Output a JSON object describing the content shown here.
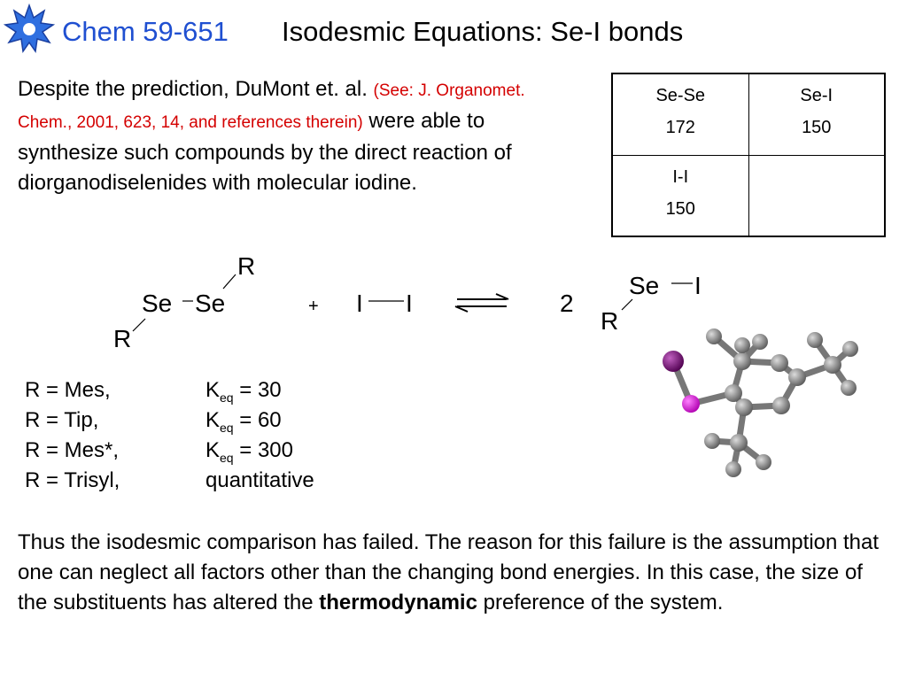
{
  "header": {
    "course": "Chem 59-651",
    "title": "Isodesmic Equations:  Se-I bonds"
  },
  "intro": {
    "text_before": "Despite the prediction, DuMont et. al. ",
    "reference": "(See: J. Organomet. Chem., 2001, 623, 14, and references therein)",
    "text_after": " were able to synthesize such compounds by the direct reaction of diorganodiselenides with molecular iodine."
  },
  "bond_table": {
    "rows": [
      [
        {
          "bond": "Se-Se",
          "value": "172"
        },
        {
          "bond": "Se-I",
          "value": "150"
        }
      ],
      [
        {
          "bond": "I-I",
          "value": "150"
        },
        {
          "bond": "",
          "value": ""
        }
      ]
    ]
  },
  "scheme": {
    "r_top": "R",
    "sese": "Se",
    "sese2": "Se",
    "r_bottom": "R",
    "plus": "+",
    "i_left": "I",
    "i_right": "I",
    "coefficient": "2",
    "product_se": "Se",
    "product_i": "I",
    "product_r": "R"
  },
  "substituents": [
    {
      "r": "R = Mes,",
      "k_prefix": "K",
      "k_sub": "eq",
      "k_value": " = 30"
    },
    {
      "r": "R = Tip,",
      "k_prefix": "K",
      "k_sub": "eq",
      "k_value": " = 60"
    },
    {
      "r": "R = Mes*,",
      "k_prefix": "K",
      "k_sub": "eq",
      "k_value": " = 300"
    },
    {
      "r": "R = Trisyl,",
      "k_prefix": "",
      "k_sub": "",
      "k_value": "quantitative"
    }
  ],
  "conclusion": {
    "text_before": "Thus the isodesmic comparison has failed.  The reason for this failure is the assumption that one can neglect all factors other than the changing bond energies.  In this case, the size of the substituents has altered the ",
    "bold": "thermodynamic",
    "text_after": " preference of the system."
  },
  "colors": {
    "course": "#1f4fd1",
    "reference": "#d40000",
    "iodine_atom": "#800080",
    "selenium_atom": "#e000e0",
    "carbon_atom": "#808080"
  },
  "icons": [
    "maple-leaf-logo-icon"
  ]
}
